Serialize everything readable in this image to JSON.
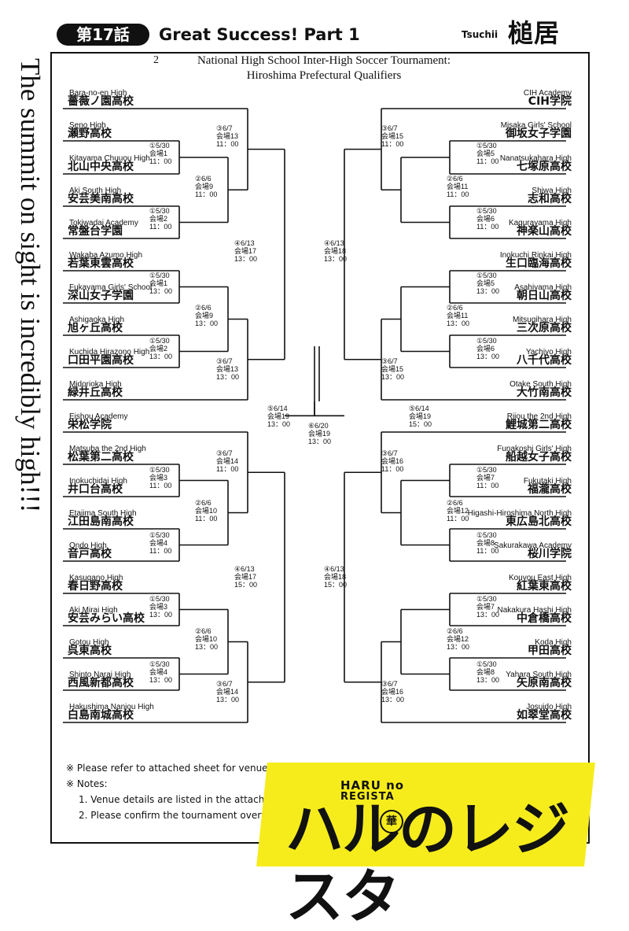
{
  "header": {
    "chapter": "第17話",
    "title": "Great Success! Part 1",
    "author_en": "Tsuchii",
    "author_jp": "槌居"
  },
  "side_text": "The summit on sight is incredibly high!!!",
  "bracket": {
    "title_year": "2",
    "title": [
      "National High School Inter-High Soccer Tournament:",
      "Hiroshima Prefectural Qualifiers"
    ],
    "left_teams": [
      {
        "en": "Bara-no-en High",
        "jp": "薔薇ノ園高校"
      },
      {
        "en": "Seno High",
        "jp": "瀬野高校"
      },
      {
        "en": "Kitayama Chuuou High",
        "jp": "北山中央高校"
      },
      {
        "en": "Aki South High",
        "jp": "安芸美南高校"
      },
      {
        "en": "Tokiwadai Academy",
        "jp": "常盤台学園"
      },
      {
        "en": "Wakaba Azumo High",
        "jp": "若葉東雲高校"
      },
      {
        "en": "Fukayama Girls' School",
        "jp": "深山女子学園"
      },
      {
        "en": "Ashigaoka High",
        "jp": "旭ヶ丘高校"
      },
      {
        "en": "Kuchida Hirazono High",
        "jp": "口田平園高校"
      },
      {
        "en": "Midorioka High",
        "jp": "緑井丘高校"
      },
      {
        "en": "Eishou Academy",
        "jp": "栄松学院"
      },
      {
        "en": "Matsuba the 2nd High",
        "jp": "松葉第二高校"
      },
      {
        "en": "Inokuchidai High",
        "jp": "井口台高校"
      },
      {
        "en": "Etajima South High",
        "jp": "江田島南高校"
      },
      {
        "en": "Ondo High",
        "jp": "音戸高校"
      },
      {
        "en": "Kasugano High",
        "jp": "春日野高校"
      },
      {
        "en": "Aki Mirai High",
        "jp": "安芸みらい高校"
      },
      {
        "en": "Gotou High",
        "jp": "呉東高校"
      },
      {
        "en": "Shinto Narai High",
        "jp": "西風新都高校"
      },
      {
        "en": "Hakushima Nanjou High",
        "jp": "白島南城高校"
      }
    ],
    "right_teams": [
      {
        "en": "CIH Academy",
        "jp": "CIH学院"
      },
      {
        "en": "Misaka Girls' School",
        "jp": "御坂女子学園"
      },
      {
        "en": "Nanatsukahara High",
        "jp": "七塚原高校"
      },
      {
        "en": "Shiwa High",
        "jp": "志和高校"
      },
      {
        "en": "Kagurayama High",
        "jp": "神楽山高校"
      },
      {
        "en": "Inokuchi Rinkai High",
        "jp": "生口臨海高校"
      },
      {
        "en": "Asahiyama High",
        "jp": "朝日山高校"
      },
      {
        "en": "Mitsugihara High",
        "jp": "三次原高校"
      },
      {
        "en": "Yachiyo High",
        "jp": "八千代高校"
      },
      {
        "en": "Otake South High",
        "jp": "大竹南高校"
      },
      {
        "en": "Rijou the 2nd High",
        "jp": "鯉城第二高校"
      },
      {
        "en": "Funakoshi Girls' High",
        "jp": "船越女子高校"
      },
      {
        "en": "Fukutaki High",
        "jp": "福瀧高校"
      },
      {
        "en": "Higashi-Hiroshima North High",
        "jp": "東広島北高校"
      },
      {
        "en": "Sakurakawa Academy",
        "jp": "桜川学院"
      },
      {
        "en": "Kouyou East High",
        "jp": "紅葉東高校"
      },
      {
        "en": "Nakakura Hashi High",
        "jp": "中倉橋高校"
      },
      {
        "en": "Koda High",
        "jp": "甲田高校"
      },
      {
        "en": "Yahara South High",
        "jp": "矢原南高校"
      },
      {
        "en": "Josuido High",
        "jp": "如翠堂高校"
      }
    ],
    "left_matches": [
      "③6/7\n会場13\n11：00",
      "①5/30\n会場1\n11：00",
      "②6/6\n会場9\n11：00",
      "①5/30\n会場2\n11：00",
      "④6/13\n会場17\n13：00",
      "①5/30\n会場1\n13：00",
      "②6/6\n会場9\n13：00",
      "①5/30\n会場2\n13：00",
      "③6/7\n会場13\n13：00",
      "⑤6/14\n会場19\n13：00",
      "③6/7\n会場14\n11：00",
      "①5/30\n会場3\n11：00",
      "②6/6\n会場10\n11：00",
      "①5/30\n会場4\n11：00",
      "④6/13\n会場17\n15：00",
      "①5/30\n会場3\n13：00",
      "②6/6\n会場10\n13：00",
      "①5/30\n会場4\n13：00",
      "③6/7\n会場14\n13：00"
    ],
    "right_matches": [
      "③6/7\n会場15\n11：00",
      "①5/30\n会場5\n11：00",
      "②6/6\n会場11\n11：00",
      "①5/30\n会場6\n11：00",
      "④6/13\n会場18\n13：00",
      "①5/30\n会場5\n13：00",
      "②6/6\n会場11\n13：00",
      "①5/30\n会場6\n13：00",
      "③6/7\n会場15\n13：00",
      "⑤6/14\n会場19\n15：00",
      "③6/7\n会場16\n11：00",
      "①5/30\n会場7\n11：00",
      "②6/6\n会場12\n11：00",
      "①5/30\n会場8\n11：00",
      "④6/13\n会場18\n15：00",
      "①5/30\n会場7\n13：00",
      "②6/6\n会場12\n13：00",
      "①5/30\n会場8\n13：00",
      "③6/7\n会場16\n13：00"
    ],
    "final_match": "⑥6/20\n会場19\n13：00"
  },
  "notes": {
    "line1": "※ Please refer to attached sheet for venue details.",
    "line2": "※ Notes:",
    "item1": "1.  Venue details are listed in the attachme",
    "item2": "2.  Please confirm the tournament overvie"
  },
  "logo": {
    "sub1": "HARU no",
    "sub2": "REGISTA",
    "main": "ハルのレジスタ",
    "hana": "華"
  },
  "colors": {
    "logo_bg": "#f6ec1c",
    "ink": "#111111"
  }
}
